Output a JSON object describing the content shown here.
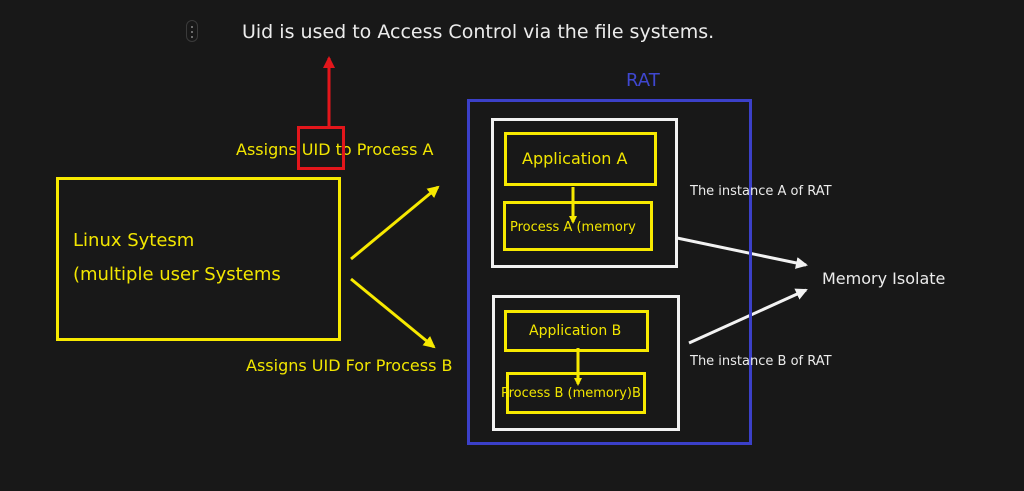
{
  "title_note": "Uid is used to Access Control via the file systems.",
  "labels": {
    "assign_a": "Assigns UID to Process A",
    "assign_a_prefix": "Assigns ",
    "assign_a_uid": "UID",
    "assign_a_suffix": " to Process A",
    "assign_b": "Assigns UID For Process B",
    "rat": "RAT",
    "instance_a": "The instance A of RAT",
    "instance_b": "The instance B of RAT",
    "memory_isolate": "Memory Isolate"
  },
  "linux_box": {
    "line1": "Linux Sytesm",
    "line2": "(multiple user Systems"
  },
  "instance_a_box": {
    "application": "Application A",
    "process": "Process A (memory"
  },
  "instance_b_box": {
    "application": "Application B",
    "process": "Process B (memory)B"
  },
  "colors": {
    "background": "#181818",
    "yellow": "#f7e900",
    "white": "#f2f2f2",
    "blue": "#3b40c8",
    "red": "#e3161b"
  },
  "icons": {
    "drag_handle": "vertical-ellipsis-drag-handle"
  }
}
